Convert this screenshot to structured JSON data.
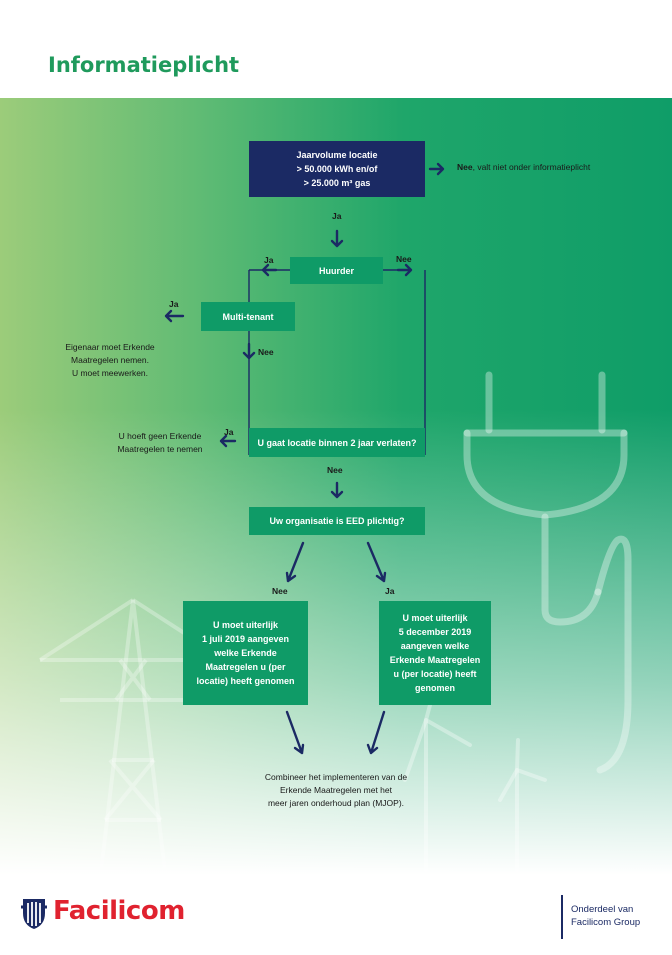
{
  "title": "Informatieplicht",
  "boxes": {
    "jaarvolume": {
      "line1": "Jaarvolume locatie",
      "line2": "> 50.000 kWh en/of",
      "line3": "> 25.000 m³ gas"
    },
    "huurder": "Huurder",
    "multitenant": "Multi-tenant",
    "verlaten": "U gaat locatie binnen 2 jaar verlaten?",
    "eed": "Uw organisatie is EED plichtig?",
    "nee_box": {
      "l1": "U moet uiterlijk",
      "l2": "1 juli 2019 aangeven",
      "l3": "welke Erkende",
      "l4": "Maatregelen u (per",
      "l5": "locatie) heeft genomen"
    },
    "ja_box": {
      "l1": "U moet uiterlijk",
      "l2": "5 december 2019",
      "l3": "aangeven welke",
      "l4": "Erkende Maatregelen",
      "l5": "u (per locatie) heeft",
      "l6": "genomen"
    }
  },
  "labels": {
    "nee": "Nee",
    "ja": "Ja",
    "valt_niet": ", valt niet onder informatieplicht"
  },
  "texts": {
    "eigenaar": {
      "l1": "Eigenaar moet Erkende",
      "l2": "Maatregelen nemen.",
      "l3": "U moet meewerken."
    },
    "hoeft_geen": {
      "l1": "U hoeft geen Erkende",
      "l2": "Maatregelen te nemen"
    },
    "combineer": {
      "l1": "Combineer het implementeren van de",
      "l2": "Erkende Maatregelen met het",
      "l3": "meer jaren onderhoud plan (MJOP)."
    }
  },
  "footer": {
    "brand": "Facilicom",
    "group_l1": "Onderdeel van",
    "group_l2": "Facilicom Group"
  },
  "colors": {
    "navy": "#1b2a64",
    "green": "#0f9b67",
    "title_green": "#1f9a5c",
    "brand_red": "#e0222f"
  }
}
